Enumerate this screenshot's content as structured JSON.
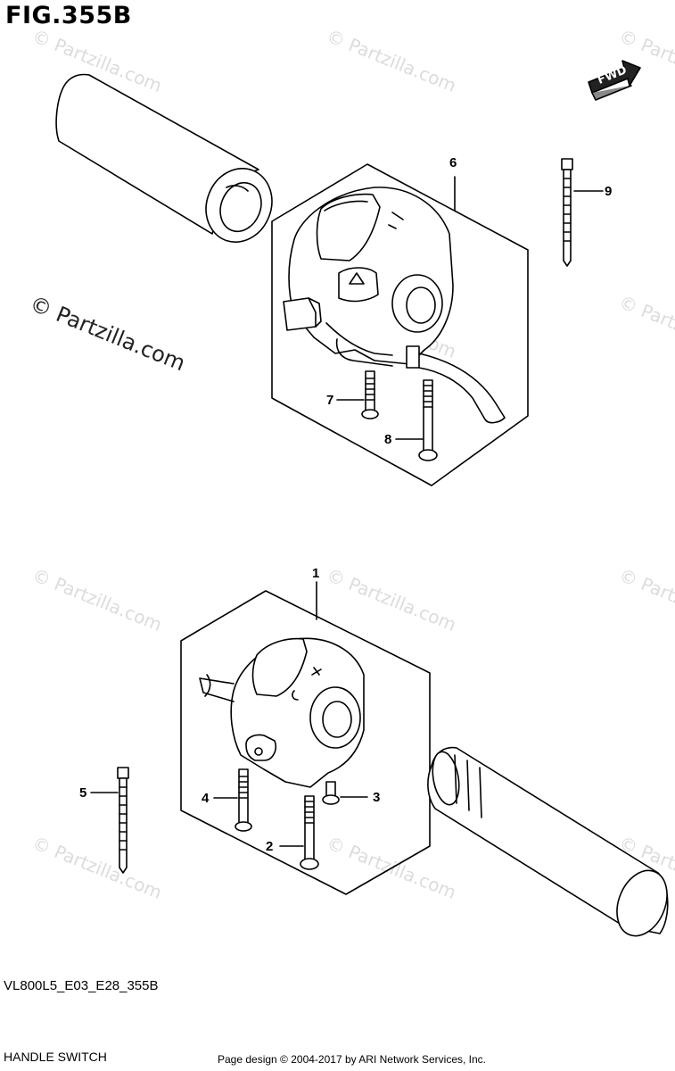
{
  "figure": {
    "title": "FIG.355B",
    "code": "VL800L5_E03_E28_355B",
    "name": "HANDLE SWITCH",
    "credit": "Page design © 2004-2017 by ARI Network Services, Inc."
  },
  "direction_badge": {
    "text": "FWD"
  },
  "watermark": {
    "main": "© Partzilla.com",
    "faint": "© Partzilla.com"
  },
  "callouts": [
    {
      "id": "1",
      "text": "1"
    },
    {
      "id": "2",
      "text": "2"
    },
    {
      "id": "3",
      "text": "3"
    },
    {
      "id": "4",
      "text": "4"
    },
    {
      "id": "5",
      "text": "5"
    },
    {
      "id": "6",
      "text": "6"
    },
    {
      "id": "7",
      "text": "7"
    },
    {
      "id": "8",
      "text": "8"
    },
    {
      "id": "9",
      "text": "9"
    }
  ]
}
